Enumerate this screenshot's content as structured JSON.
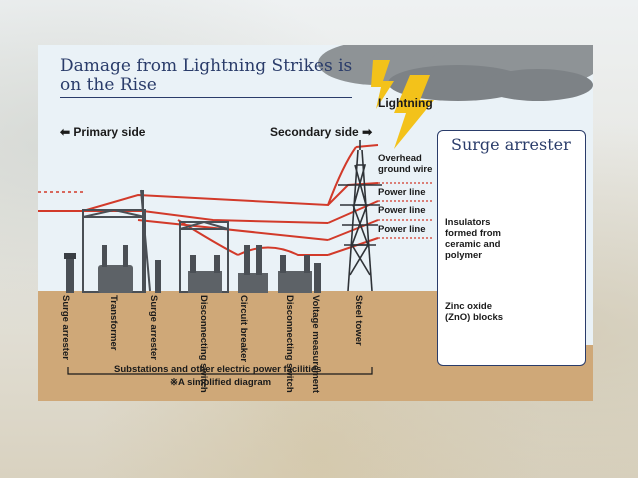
{
  "title": {
    "line1": "Damage from Lightning Strikes is",
    "line2": "on the Rise"
  },
  "lightning_label": "Lightning",
  "primary_side": {
    "arrow": "⬅",
    "label": "Primary side"
  },
  "secondary_side": {
    "label": "Secondary side",
    "arrow": "➡"
  },
  "wires": [
    "Overhead ground wire",
    "Power line",
    "Power line",
    "Power line"
  ],
  "surge_arrester_panel": {
    "title": "Surge arrester",
    "insulators": "Insulators formed from ceramic and polymer",
    "blocks": "Zinc oxide (ZnO) blocks"
  },
  "equipment": [
    "Surge arrester",
    "Transformer",
    "Surge arrester",
    "Disconnecting switch",
    "Circuit breaker",
    "Disconnecting switch",
    "Voltage measurement",
    "Steel tower"
  ],
  "footer": {
    "line1": "Substations and other electric power facilities",
    "line2": "※A simplified diagram"
  },
  "colors": {
    "title": "#2a3c6a",
    "power_line": "#d23a2a",
    "lightning": "#f3c21a",
    "ground": "#cfa878",
    "sky": "#eaf2f7",
    "cloud": "#8e9396"
  }
}
